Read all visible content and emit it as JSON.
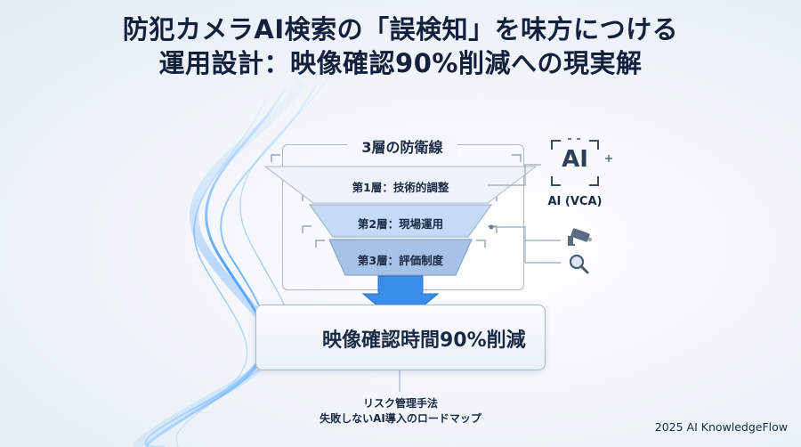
{
  "title": {
    "line1": "防犯カメラAI検索の「誤検知」を味方につける",
    "line2": "運用設計：映像確認90%削減への現実解"
  },
  "diagram": {
    "frame_title": "3層の防衛線",
    "layers": [
      {
        "label": "第1層：技術的調整"
      },
      {
        "label": "第2層：現場運用"
      },
      {
        "label": "第3層：評価制度"
      }
    ],
    "result": "映像確認時間90%削減",
    "ai_icon_text": "AI",
    "ai_label": "AI (VCA)",
    "icons": [
      "ai-chip-icon",
      "security-camera-icon",
      "magnifier-icon",
      "clock-camera-icon"
    ]
  },
  "footer": {
    "line1": "リスク管理手法",
    "line2": "失敗しないAI導入のロードマップ"
  },
  "brand": "2025 AI KnowledgeFlow",
  "colors": {
    "layer1": "#eaf0f7",
    "layer2": "#bcd4f0",
    "layer3": "#9bb9e0",
    "arrow": "#3a8de8",
    "wave": "#5aa9ff"
  }
}
